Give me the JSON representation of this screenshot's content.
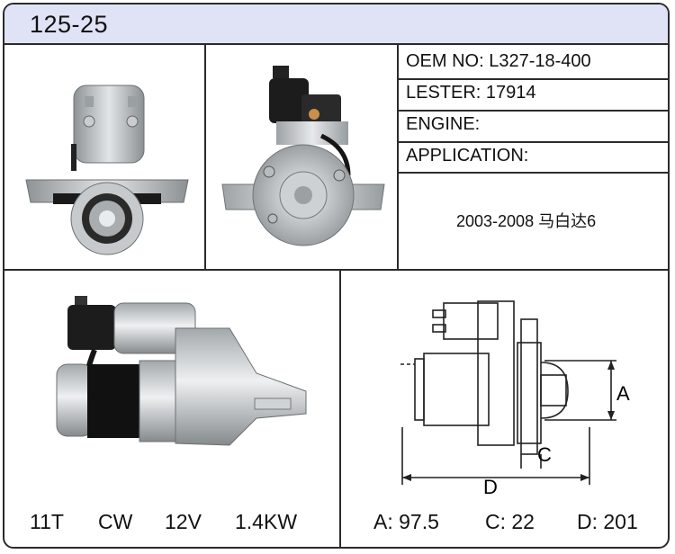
{
  "header": {
    "title": "125-25"
  },
  "specs": {
    "oem": "OEM NO: L327-18-400",
    "lester": "LESTER: 17914",
    "engine": "ENGINE:",
    "application": "APPLICATION:",
    "application_value": "2003-2008 马白达6"
  },
  "ratings": {
    "teeth": "11T",
    "rotation": "CW",
    "voltage": "12V",
    "power": "1.4KW"
  },
  "dimensions": {
    "a": "A: 97.5",
    "c": "C: 22",
    "d": "D: 201"
  },
  "diagram_labels": {
    "a": "A",
    "c": "C",
    "d": "D"
  }
}
